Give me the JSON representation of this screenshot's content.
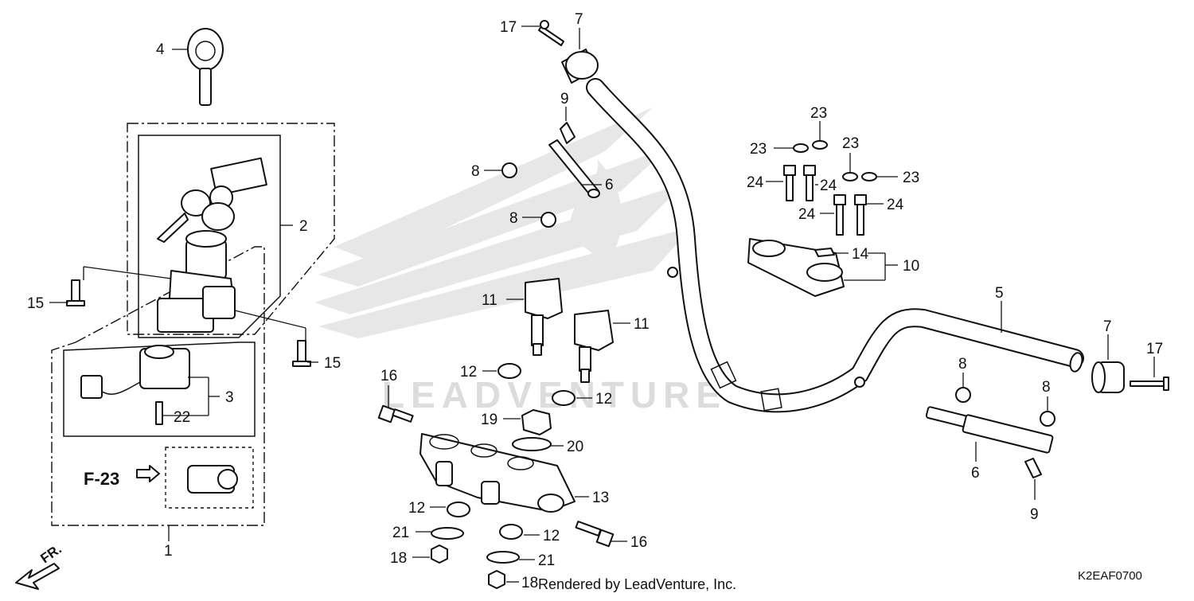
{
  "diagram": {
    "callouts": {
      "c1": "1",
      "c2": "2",
      "c3": "3",
      "c4": "4",
      "c5": "5",
      "c6a": "6",
      "c6b": "6",
      "c7a": "7",
      "c7b": "7",
      "c8a": "8",
      "c8b": "8",
      "c8c": "8",
      "c8d": "8",
      "c9a": "9",
      "c9b": "9",
      "c10": "10",
      "c11a": "11",
      "c11b": "11",
      "c12a": "12",
      "c12b": "12",
      "c12c": "12",
      "c12d": "12",
      "c13": "13",
      "c14": "14",
      "c15a": "15",
      "c15b": "15",
      "c16a": "16",
      "c16b": "16",
      "c17a": "17",
      "c17b": "17",
      "c18a": "18",
      "c18b": "18",
      "c19": "19",
      "c20": "20",
      "c21a": "21",
      "c21b": "21",
      "c22": "22",
      "c23a": "23",
      "c23b": "23",
      "c23c": "23",
      "c23d": "23",
      "c24a": "24",
      "c24b": "24",
      "c24c": "24",
      "c24d": "24"
    },
    "reference_label": "F-23",
    "front_label": "FR.",
    "watermark_text": "LEADVENTURE",
    "footer_text": "Rendered by LeadVenture, Inc.",
    "diagram_code": "K2EAF0700"
  }
}
